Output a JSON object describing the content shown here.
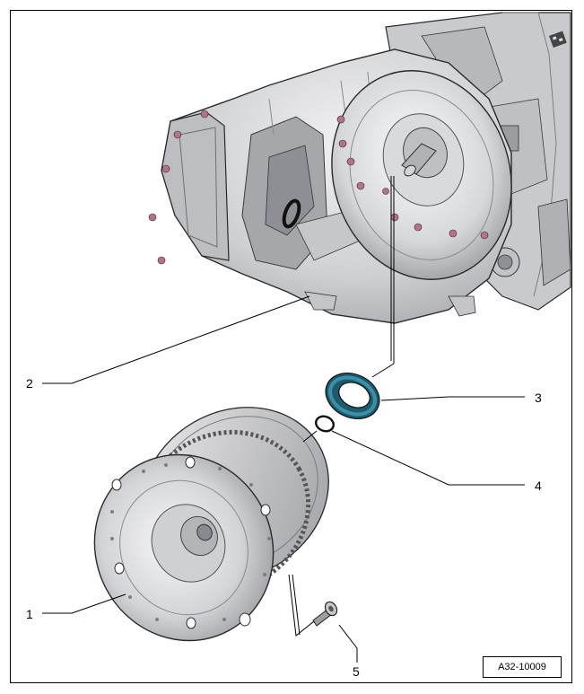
{
  "callouts": [
    {
      "number": "1"
    },
    {
      "number": "2"
    },
    {
      "number": "3"
    },
    {
      "number": "4"
    },
    {
      "number": "5"
    }
  ],
  "figure_reference": "A32-10009",
  "colors": {
    "housing_fill": "#d8d8da",
    "housing_shade": "#a9aaae",
    "housing_dark": "#6f7075",
    "bolt_accent": "#b5738a",
    "seal_ring": "#2f7f96",
    "outline": "#2a2a2a"
  }
}
